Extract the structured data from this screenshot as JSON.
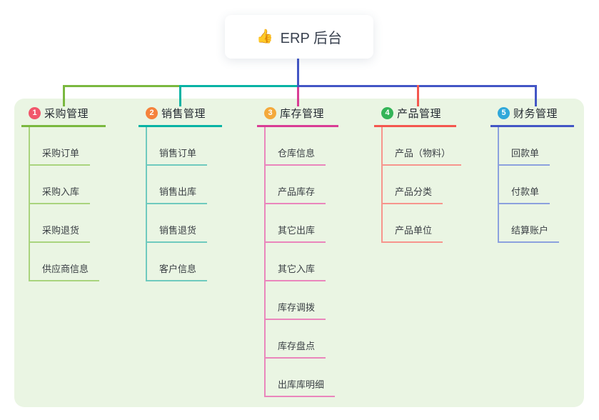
{
  "root": {
    "icon": "👍",
    "title": "ERP 后台"
  },
  "connector_color": "#4356c5",
  "panel": {
    "bg": "#eaf5e3"
  },
  "branches": [
    {
      "number": "1",
      "label": "采购管理",
      "badge_color": "#f1566b",
      "line_color": "#7ab83f",
      "child_line_color": "#a9d47e",
      "children": [
        "采购订单",
        "采购入库",
        "采购退货",
        "供应商信息"
      ]
    },
    {
      "number": "2",
      "label": "销售管理",
      "badge_color": "#f5823c",
      "line_color": "#06b3a4",
      "child_line_color": "#6fcabe",
      "children": [
        "销售订单",
        "销售出库",
        "销售退货",
        "客户信息"
      ]
    },
    {
      "number": "3",
      "label": "库存管理",
      "badge_color": "#f4a93b",
      "line_color": "#d93d95",
      "child_line_color": "#ea86bc",
      "children": [
        "仓库信息",
        "产品库存",
        "其它出库",
        "其它入库",
        "库存调拨",
        "库存盘点",
        "出库库明细"
      ]
    },
    {
      "number": "4",
      "label": "产品管理",
      "badge_color": "#33b457",
      "line_color": "#f4574e",
      "child_line_color": "#f7958d",
      "children": [
        "产品（物料）",
        "产品分类",
        "产品单位"
      ]
    },
    {
      "number": "5",
      "label": "财务管理",
      "badge_color": "#30a8da",
      "line_color": "#4356c5",
      "child_line_color": "#8ca1de",
      "children": [
        "回款单",
        "付款单",
        "结算账户"
      ]
    }
  ]
}
